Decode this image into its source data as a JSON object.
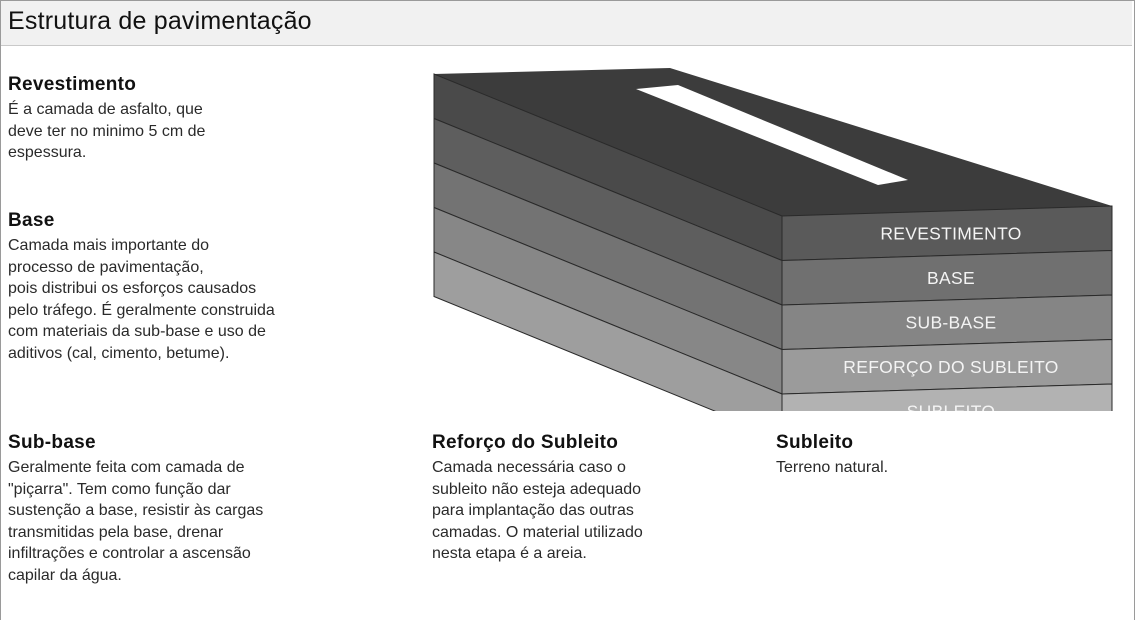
{
  "header": {
    "title": "Estrutura de pavimentação"
  },
  "sections": {
    "revestimento": {
      "title": "Revestimento",
      "description": "É a camada de asfalto, que\ndeve ter no minimo 5 cm de\nespessura."
    },
    "base": {
      "title": "Base",
      "description": "Camada mais importante do\nprocesso de pavimentação,\npois distribui os esforços causados\npelo tráfego. É geralmente construida\ncom materiais da sub-base e uso de\naditivos (cal, cimento, betume)."
    },
    "sub_base": {
      "title": "Sub-base",
      "description": "Geralmente feita com camada de\n\"piçarra\". Tem como função dar\nsustenção a base, resistir às cargas\ntransmitidas pela base, drenar\ninfiltrações e controlar a ascensão\ncapilar da água."
    },
    "reforco": {
      "title": "Reforço do Subleito",
      "description": "Camada necessária caso o\nsubleito não esteja adequado\npara implantação das outras\ncamadas. O material utilizado\nnesta etapa é a areia."
    },
    "subleito": {
      "title": "Subleito",
      "description": "Terreno natural."
    }
  },
  "diagram": {
    "layers": [
      {
        "label": "REVESTIMENTO",
        "front_color": "#5a5a5a",
        "side_color": "#4a4a4a"
      },
      {
        "label": "BASE",
        "front_color": "#707070",
        "side_color": "#5e5e5e"
      },
      {
        "label": "SUB-BASE",
        "front_color": "#858585",
        "side_color": "#737373"
      },
      {
        "label": "REFORÇO DO SUBLEITO",
        "front_color": "#9b9b9b",
        "side_color": "#878787"
      },
      {
        "label": "SUBLEITO",
        "front_color": "#b2b2b2",
        "side_color": "#9e9e9e"
      }
    ],
    "top_color": "#3c3c3c",
    "road_stripe_color": "#ffffff"
  }
}
